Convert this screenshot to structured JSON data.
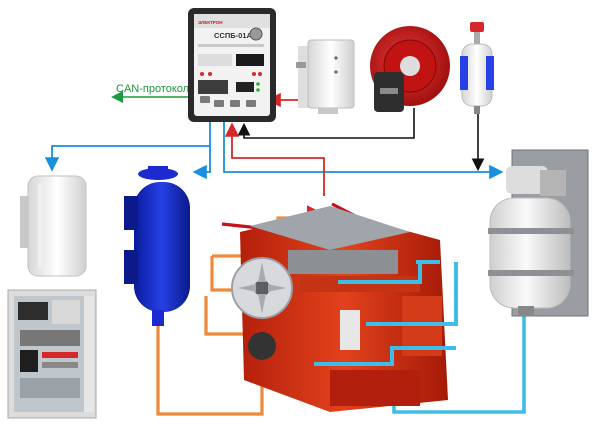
{
  "controller": {
    "model": "ССПБ-01А",
    "brand": "ЭЛЕКТРОН",
    "can_label": "CAN-протокол"
  },
  "colors": {
    "cooling_line": "#1a8fe0",
    "power_line": "#d6282a",
    "signal_line": "#111111",
    "can_line": "#1a9b3c",
    "exhaust_line": "#c2121b",
    "air_line": "#f08a3a",
    "coolant_arrow": "#3dbde8"
  }
}
